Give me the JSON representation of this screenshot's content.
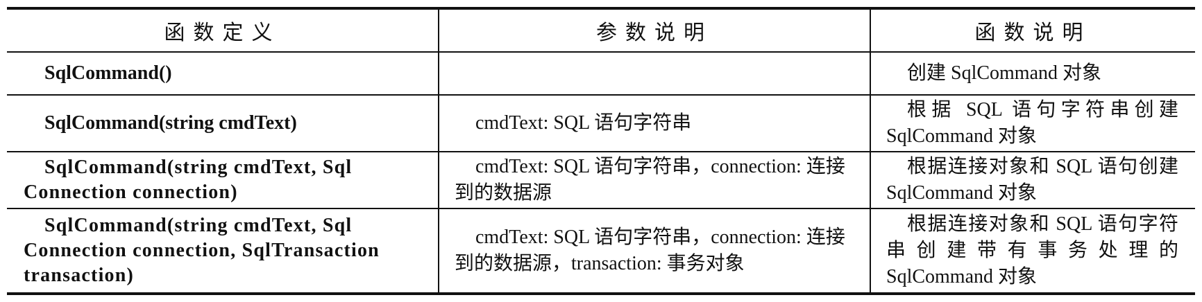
{
  "headers": {
    "definition": "函数定义",
    "params": "参数说明",
    "description": "函数说明"
  },
  "rows": [
    {
      "definition": "SqlCommand()",
      "params": "",
      "description": "创建 SqlCommand 对象"
    },
    {
      "definition": "SqlCommand(string cmdText)",
      "params": "cmdText: SQL 语句字符串",
      "description": "根据 SQL 语句字符串创建 SqlCommand 对象"
    },
    {
      "definition": "SqlCommand(string cmdText, Sql Connection connection)",
      "params": "cmdText: SQL 语句字符串，connection: 连接到的数据源",
      "description": "根据连接对象和 SQL 语句创建 SqlCommand 对象"
    },
    {
      "definition": "SqlCommand(string cmdText, Sql Connection connection, SqlTransaction transaction)",
      "params": "cmdText: SQL 语句字符串，connection: 连接到的数据源，transaction: 事务对象",
      "description": "根据连接对象和 SQL 语句字符串创建带有事务处理的 SqlCommand 对象"
    }
  ]
}
